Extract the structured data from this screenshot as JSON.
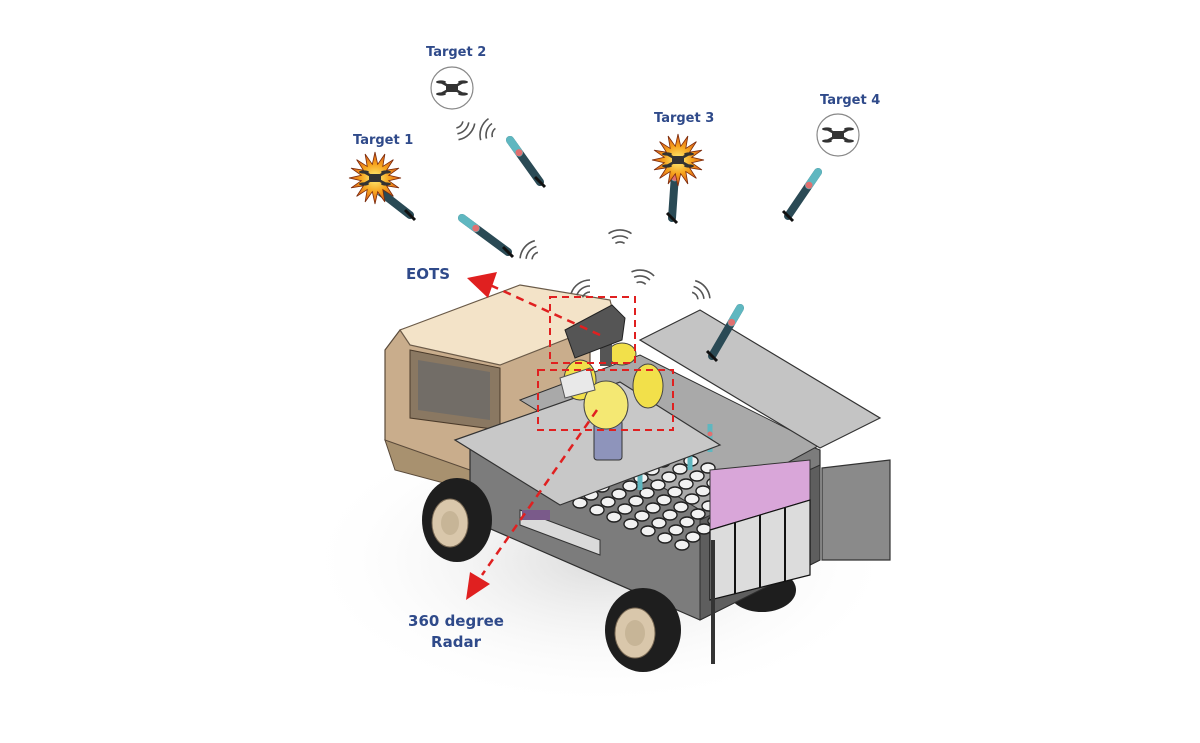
{
  "title": "Counter-drone vehicle system diagram",
  "colors": {
    "label": "#2f4a8a",
    "callout": "#e02020",
    "cab": "#c9ad8c",
    "cab_roof": "#f3e3c8",
    "body_grey": "#7c7c7c",
    "panel_grey": "#c4c4c4",
    "turret_yellow": "#f2e04a",
    "canister_pink": "#d9a6d9",
    "tyre": "#1e1e1e",
    "hub": "#d9c7ab"
  },
  "targets": [
    {
      "label": "Target 1",
      "status": "destroyed",
      "icon": "drone-explosion-icon"
    },
    {
      "label": "Target 2",
      "status": "tracked",
      "icon": "drone-icon"
    },
    {
      "label": "Target 3",
      "status": "destroyed",
      "icon": "drone-explosion-icon"
    },
    {
      "label": "Target 4",
      "status": "tracked",
      "icon": "drone-icon"
    }
  ],
  "callouts": {
    "eots": "EOTS",
    "radar_line1": "360 degree",
    "radar_line2": "Radar"
  },
  "components": {
    "vehicle": "truck",
    "sensor_1": "EOTS",
    "sensor_2": "360 degree Radar",
    "launcher": "vertical missile canister launcher",
    "interceptor_count_visible": 6
  }
}
